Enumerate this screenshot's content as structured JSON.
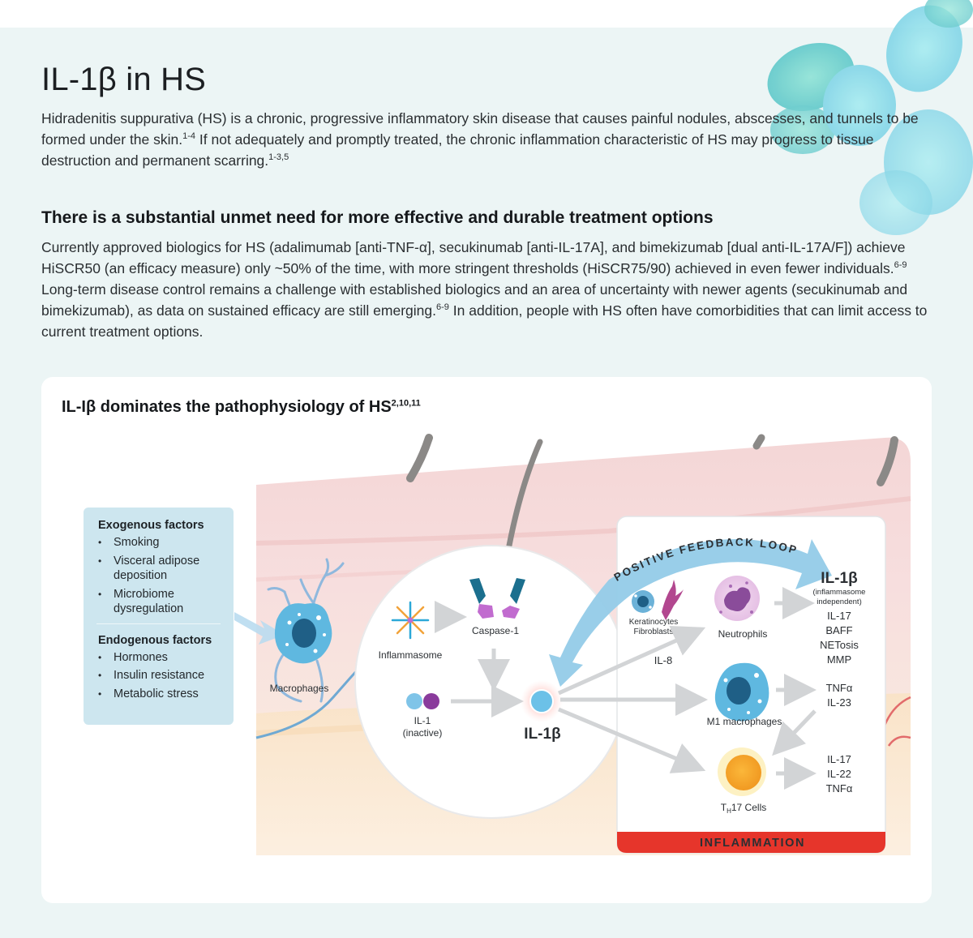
{
  "page": {
    "title": "IL-1β in HS",
    "intro": {
      "text1": "Hidradenitis suppurativa (HS) is a chronic, progressive inflammatory skin disease that causes painful nodules, abscesses, and tunnels to be formed under the skin.",
      "ref1": "1-4",
      "text2": " If not adequately and promptly treated, the chronic inflammation characteristic of HS may progress to tissue destruction and permanent scarring.",
      "ref2": "1-3,5"
    },
    "unmet": {
      "heading": "There is a substantial unmet need for more effective and durable treatment options",
      "text1": "Currently approved biologics for HS (adalimumab [anti-TNF-α], secukinumab [anti-IL-17A], and bimekizumab [dual anti-IL-17A/F]) achieve HiSCR50 (an efficacy measure) only ~50% of the time, with more stringent thresholds (HiSCR75/90) achieved in even fewer individuals.",
      "ref1": "6-9",
      "text2": " Long-term disease control remains a challenge with established biologics and an area of uncertainty with newer agents (secukinumab and bimekizumab), as data on sustained efficacy are still emerging.",
      "ref2": "6-9",
      "text3": " In addition, people with HS often have comorbidities that can limit access to current treatment options."
    }
  },
  "figure": {
    "title": "IL-Iβ dominates the pathophysiology of HS",
    "title_ref": "2,10,11",
    "exogenous": {
      "heading": "Exogenous factors",
      "items": [
        "Smoking",
        "Visceral adipose deposition",
        "Microbiome dysregulation"
      ]
    },
    "endogenous": {
      "heading": "Endogenous factors",
      "items": [
        "Hormones",
        "Insulin resistance",
        "Metabolic stress"
      ]
    },
    "labels": {
      "macrophages": "Macrophages",
      "inflammasome": "Inflammasome",
      "caspase": "Caspase-1",
      "il1_a": "IL-1",
      "il1_b": "(inactive)",
      "il1b_center": "IL-1β",
      "loop": "POSITIVE FEEDBACK LOOP",
      "kerat_a": "Keratinocytes",
      "kerat_b": "Fibroblasts",
      "il8": "IL-8",
      "neutrophils": "Neutrophils",
      "m1": "M1 macrophages",
      "th17_t": "T",
      "th17_sub": "H",
      "th17_rest": "17 Cells",
      "il1b_right": "IL-1β",
      "il1b_note_a": "(inflammasome",
      "il1b_note_b": "independent)",
      "neut_out": [
        "IL-17",
        "BAFF",
        "NETosis",
        "MMP"
      ],
      "m1_out": [
        "TNFα",
        "IL-23"
      ],
      "th17_out": [
        "IL-17",
        "IL-22",
        "TNFα"
      ],
      "inflammation": "INFLAMMATION"
    },
    "colors": {
      "accent_blue": "#6db7e0",
      "inflammation_red": "#e6352b",
      "macrophage_blue": "#5fb8e0",
      "nucleus": "#1f5f86",
      "caspase_teal": "#1b6f8e",
      "caspase_purple": "#c16ccf",
      "neutrophil_purple": "#8a4c9a",
      "th17_orange": "#f6ad2e"
    }
  }
}
